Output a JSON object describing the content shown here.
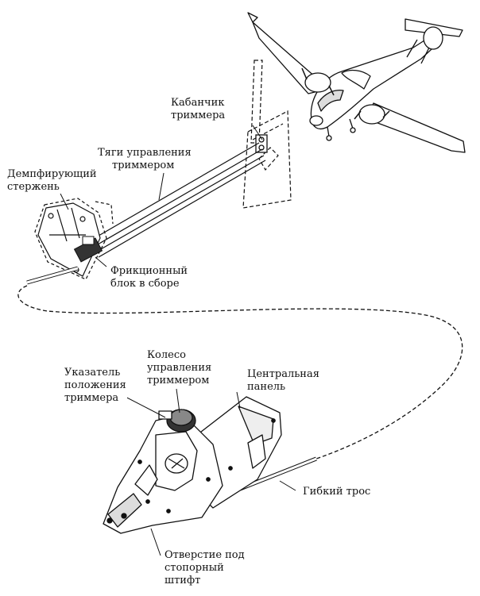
{
  "labels": {
    "trim_tab": [
      "Кабанчик",
      "триммера"
    ],
    "trim_control_rods": [
      "Тяги управления",
      "триммером"
    ],
    "damper_rod": [
      "Демпфирующий",
      "стержень"
    ],
    "friction_block": [
      "Фрикционный",
      "блок в сборе"
    ],
    "trim_wheel": [
      "Колесо",
      "управления",
      "триммером"
    ],
    "trim_indicator": [
      "Указатель",
      "положения",
      "триммера"
    ],
    "center_panel": [
      "Центральная",
      "панель"
    ],
    "flexible_cable": [
      "Гибкий трос"
    ],
    "lock_pin_hole": [
      "Отверстие под",
      "стопорный",
      "штифт"
    ]
  }
}
